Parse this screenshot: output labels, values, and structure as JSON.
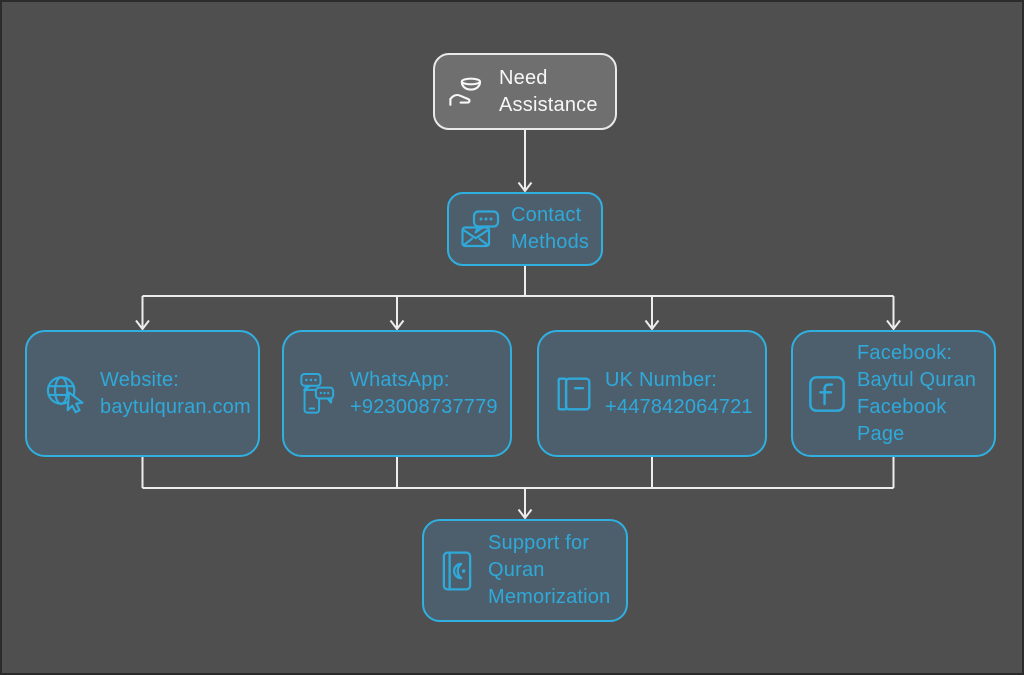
{
  "diagram": {
    "background_color": "#4f4f4f",
    "accent_color": "#2fb0e0",
    "node_fill_color": "#4d5f6c",
    "root_fill_color": "#6f6f6f",
    "edge_color": "#ededed",
    "nodes": {
      "need_assistance": {
        "label": [
          "Need",
          "Assistance"
        ],
        "icon": "hand-offering-bowl-icon",
        "style": "gray"
      },
      "contact_methods": {
        "label": [
          "Contact",
          "Methods"
        ],
        "icon": "chat-envelope-icon",
        "style": "cyan"
      },
      "website": {
        "label": [
          "Website:",
          "baytulquran.com"
        ],
        "icon": "globe-pointer-icon",
        "style": "cyan"
      },
      "whatsapp": {
        "label": [
          "WhatsApp:",
          "+923008737779"
        ],
        "icon": "phone-chat-icon",
        "style": "cyan"
      },
      "uk_number": {
        "label": [
          "UK Number:",
          "+447842064721"
        ],
        "icon": "address-book-icon",
        "style": "cyan"
      },
      "facebook": {
        "label": [
          "Facebook:",
          "Baytul Quran",
          "Facebook",
          "Page"
        ],
        "icon": "facebook-icon",
        "style": "cyan"
      },
      "support": {
        "label": [
          "Support for",
          "Quran",
          "Memorization"
        ],
        "icon": "quran-book-icon",
        "style": "cyan"
      }
    },
    "edges": [
      {
        "from": "need_assistance",
        "to": "contact_methods"
      },
      {
        "from": "contact_methods",
        "to": "website"
      },
      {
        "from": "contact_methods",
        "to": "whatsapp"
      },
      {
        "from": "contact_methods",
        "to": "uk_number"
      },
      {
        "from": "contact_methods",
        "to": "facebook"
      },
      {
        "from": "website",
        "to": "support"
      },
      {
        "from": "whatsapp",
        "to": "support"
      },
      {
        "from": "uk_number",
        "to": "support"
      },
      {
        "from": "facebook",
        "to": "support"
      }
    ]
  }
}
